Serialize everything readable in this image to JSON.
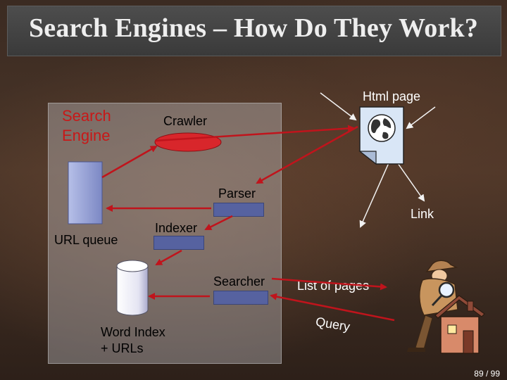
{
  "slide": {
    "title": "Search Engines – How Do They Work?",
    "page_number": "89 / 99"
  },
  "diagram": {
    "search_engine_label": "Search\nEngine",
    "crawler_label": "Crawler",
    "parser_label": "Parser",
    "indexer_label": "Indexer",
    "url_queue_label": "URL queue",
    "searcher_label": "Searcher",
    "word_index_label": "Word Index\n+ URLs",
    "html_page_label": "Html page",
    "link_label": "Link",
    "list_of_pages_label": "List of pages",
    "query_label": "Query"
  },
  "colors": {
    "arrow_red": "#c0141c",
    "arrow_white": "#f2f2f2",
    "crawler_red": "#d8262b",
    "module_blue": "#5662a0",
    "label_red": "#c81818"
  },
  "icons": {
    "html_page": "document-globe-icon",
    "user": "detective-house-icon"
  }
}
